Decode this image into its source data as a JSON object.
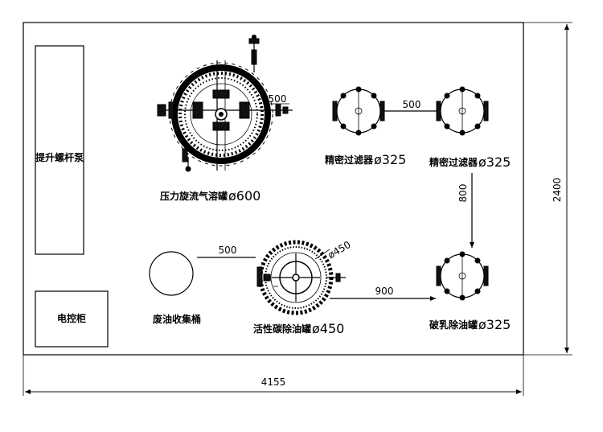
{
  "panels": {
    "pump": "提升螺杆泵",
    "cabinet": "电控柜"
  },
  "vessels": {
    "pressure_tank": {
      "name": "压力旋流气溶罐",
      "size": "ø600"
    },
    "filter_left": {
      "name": "精密过滤器",
      "size": "ø325"
    },
    "filter_right": {
      "name": "精密过滤器",
      "size": "ø325"
    },
    "demulsify_tank": {
      "name": "破乳除油罐",
      "size": "ø325"
    },
    "carbon_tank": {
      "name": "活性碳除油罐",
      "size": "ø450",
      "inner_size": "ø450"
    },
    "waste_oil": {
      "name": "废油收集桶"
    }
  },
  "dimensions": {
    "overall_width": "4155",
    "overall_height": "2400",
    "d_pressure_right": "500",
    "d_filters": "500",
    "d_filter_to_demulsify": "800",
    "d_waste_to_carbon": "500",
    "d_carbon_to_demulsify": "900"
  }
}
